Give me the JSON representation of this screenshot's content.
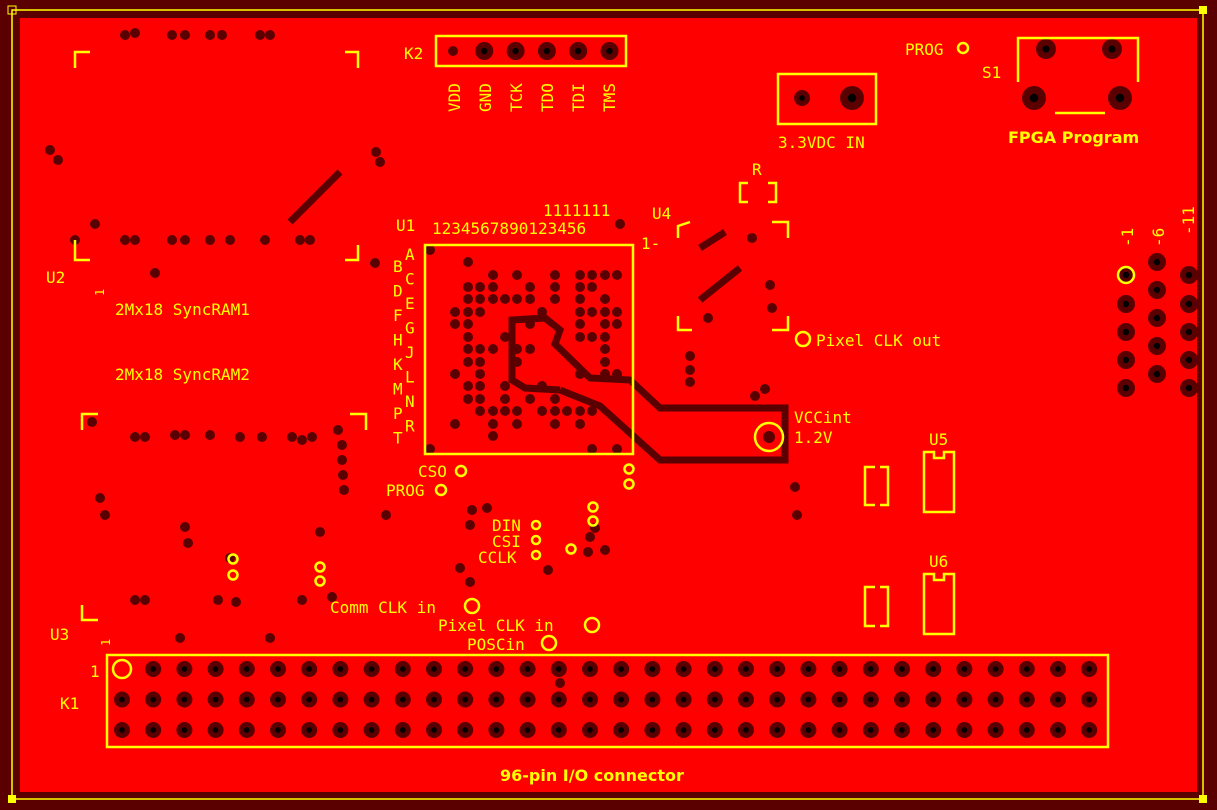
{
  "board": {
    "colors": {
      "copper": "#ff0000",
      "edge": "#5a0000",
      "silkscreen": "#ffff00",
      "pad": "#5a0000"
    }
  },
  "k2": {
    "ref": "K2",
    "pins": [
      "VDD",
      "GND",
      "TCK",
      "TDO",
      "TDI",
      "TMS"
    ]
  },
  "prog_top": "PROG",
  "s1": {
    "ref": "S1",
    "label": "FPGA Program"
  },
  "power_in": {
    "label": "3.3VDC IN"
  },
  "r_ref": "R",
  "u4": {
    "ref": "U4",
    "pin1": "1-"
  },
  "u1": {
    "ref": "U1",
    "col_tens": "1111111",
    "col_units": "1234567890123456",
    "rows_left": [
      "B",
      "D",
      "F",
      "H",
      "K",
      "M",
      "P",
      "T"
    ],
    "rows_right": [
      "A",
      "C",
      "E",
      "G",
      "J",
      "L",
      "N",
      "R"
    ]
  },
  "u2": {
    "ref": "U2",
    "pin1": "1",
    "label": "2Mx18 SyncRAM1"
  },
  "u3": {
    "ref": "U3",
    "pin1": "1",
    "label": "2Mx18 SyncRAM2"
  },
  "pixel_clk_out": "Pixel CLK out",
  "vccint": {
    "label": "VCCint",
    "value": "1.2V"
  },
  "u5": "U5",
  "u6": "U6",
  "config": {
    "cso": "CSO",
    "prog": "PROG",
    "din": "DIN",
    "csi": "CSI",
    "cclk": "CCLK"
  },
  "clk_inputs": {
    "comm": "Comm CLK in",
    "pixel": "Pixel CLK in",
    "posc": "POSCin"
  },
  "k1": {
    "ref": "K1",
    "pin1": "1",
    "label": "96-pin I/O connector"
  },
  "side_connector": {
    "labels": [
      "-1",
      "-6",
      "-11"
    ]
  }
}
